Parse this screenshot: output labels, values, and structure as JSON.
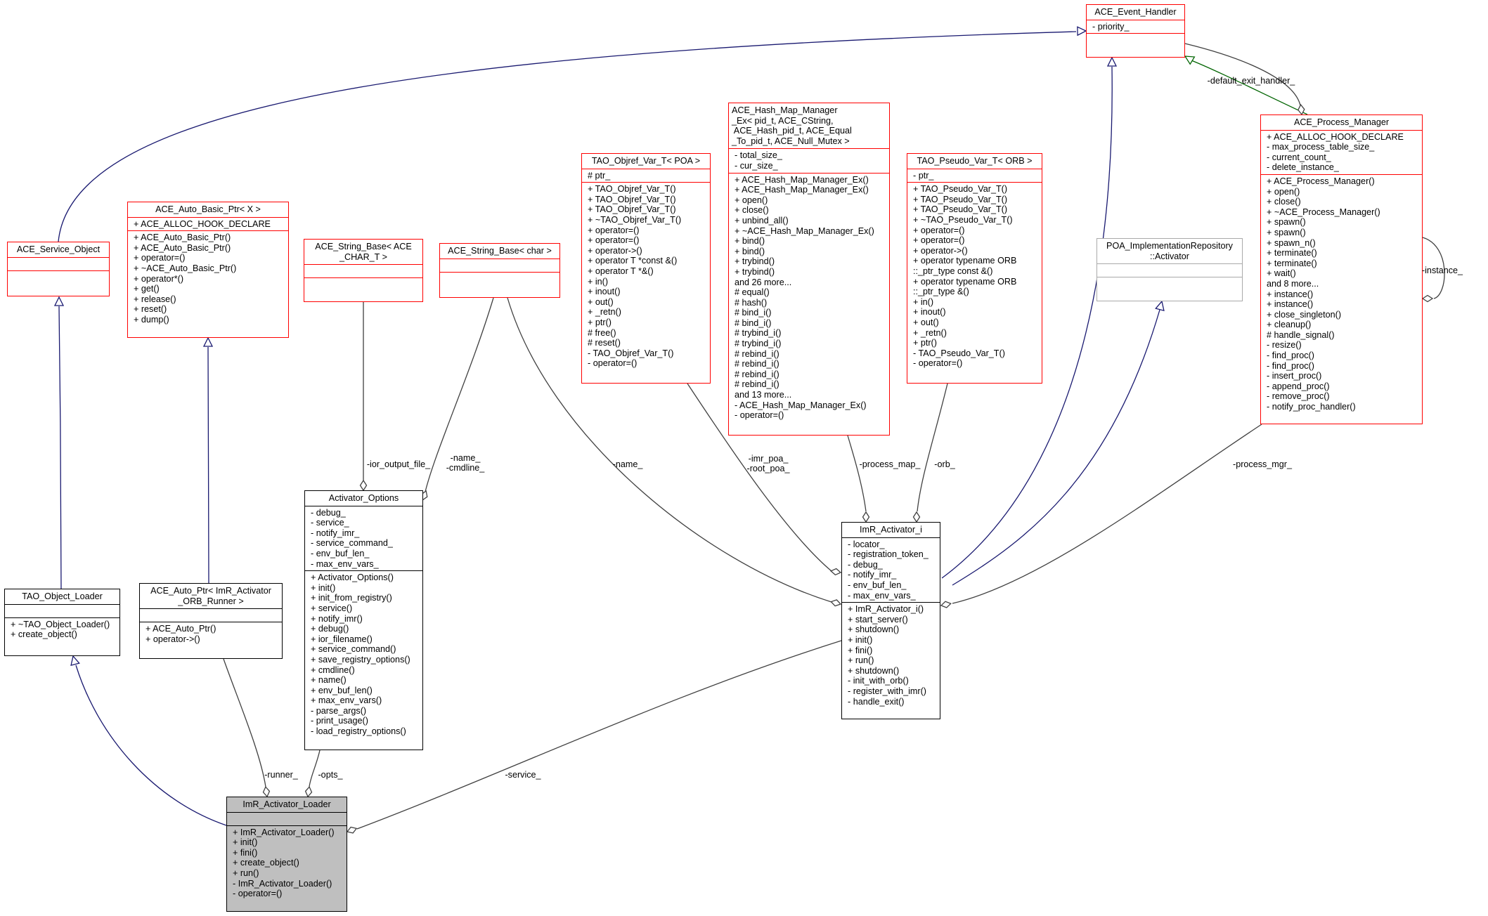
{
  "classes": [
    {
      "id": "ace_event_handler",
      "name": "ACE_Event_Handler",
      "style": "red",
      "attributes": [
        "- priority_"
      ],
      "operations": []
    },
    {
      "id": "ace_service_object",
      "name": "ACE_Service_Object",
      "style": "red",
      "attributes": [],
      "operations": []
    },
    {
      "id": "ace_auto_basic_ptr",
      "name": "ACE_Auto_Basic_Ptr< X >",
      "style": "red",
      "attributes": [
        "+ ACE_ALLOC_HOOK_DECLARE"
      ],
      "operations": [
        "+ ACE_Auto_Basic_Ptr()",
        "+ ACE_Auto_Basic_Ptr()",
        "+ operator=()",
        "+ ~ACE_Auto_Basic_Ptr()",
        "+ operator*()",
        "+ get()",
        "+ release()",
        "+ reset()",
        "+ dump()"
      ]
    },
    {
      "id": "ace_string_base_ace_char",
      "name": "ACE_String_Base< ACE\n_CHAR_T >",
      "style": "red",
      "attributes": [],
      "operations": []
    },
    {
      "id": "ace_string_base_char",
      "name": "ACE_String_Base< char >",
      "style": "red",
      "attributes": [],
      "operations": []
    },
    {
      "id": "tao_objref_var",
      "name": "TAO_Objref_Var_T< POA >",
      "style": "red",
      "attributes": [
        "# ptr_"
      ],
      "operations": [
        "+ TAO_Objref_Var_T()",
        "+ TAO_Objref_Var_T()",
        "+ TAO_Objref_Var_T()",
        "+ ~TAO_Objref_Var_T()",
        "+ operator=()",
        "+ operator=()",
        "+ operator->()",
        "+ operator T *const &()",
        "+ operator T *&()",
        "+ in()",
        "+ inout()",
        "+ out()",
        "+ _retn()",
        "+ ptr()",
        "# free()",
        "# reset()",
        "- TAO_Objref_Var_T()",
        "- operator=()"
      ]
    },
    {
      "id": "ace_hash_map_manager",
      "name": "ACE_Hash_Map_Manager\n_Ex< pid_t, ACE_CString,\n ACE_Hash_pid_t, ACE_Equal\n_To_pid_t, ACE_Null_Mutex >",
      "title_align": "left",
      "style": "red",
      "attributes": [
        "- total_size_",
        "- cur_size_"
      ],
      "operations": [
        "+ ACE_Hash_Map_Manager_Ex()",
        "+ ACE_Hash_Map_Manager_Ex()",
        "+ open()",
        "+ close()",
        "+ unbind_all()",
        "+ ~ACE_Hash_Map_Manager_Ex()",
        "+ bind()",
        "+ bind()",
        "+ trybind()",
        "+ trybind()",
        "and 26 more...",
        "# equal()",
        "# hash()",
        "# bind_i()",
        "# bind_i()",
        "# trybind_i()",
        "# trybind_i()",
        "# rebind_i()",
        "# rebind_i()",
        "# rebind_i()",
        "# rebind_i()",
        "and 13 more...",
        "- ACE_Hash_Map_Manager_Ex()",
        "- operator=()"
      ]
    },
    {
      "id": "tao_pseudo_var",
      "name": "TAO_Pseudo_Var_T< ORB >",
      "style": "red",
      "attributes": [
        "- ptr_"
      ],
      "operations": [
        "+ TAO_Pseudo_Var_T()",
        "+ TAO_Pseudo_Var_T()",
        "+ TAO_Pseudo_Var_T()",
        "+ ~TAO_Pseudo_Var_T()",
        "+ operator=()",
        "+ operator=()",
        "+ operator->()",
        "+ operator typename ORB\n::_ptr_type const &()",
        "+ operator typename ORB\n::_ptr_type &()",
        "+ in()",
        "+ inout()",
        "+ out()",
        "+ _retn()",
        "+ ptr()",
        "- TAO_Pseudo_Var_T()",
        "- operator=()"
      ]
    },
    {
      "id": "ace_process_manager",
      "name": "ACE_Process_Manager",
      "style": "red",
      "attributes": [
        "+ ACE_ALLOC_HOOK_DECLARE",
        "- max_process_table_size_",
        "- current_count_",
        "- delete_instance_"
      ],
      "operations": [
        "+ ACE_Process_Manager()",
        "+ open()",
        "+ close()",
        "+ ~ACE_Process_Manager()",
        "+ spawn()",
        "+ spawn()",
        "+ spawn_n()",
        "+ terminate()",
        "+ terminate()",
        "+ wait()",
        "and 8 more...",
        "+ instance()",
        "+ instance()",
        "+ close_singleton()",
        "+ cleanup()",
        "# handle_signal()",
        "- resize()",
        "- find_proc()",
        "- find_proc()",
        "- insert_proc()",
        "- append_proc()",
        "- remove_proc()",
        "- notify_proc_handler()"
      ]
    },
    {
      "id": "poa_activator",
      "name": "POA_ImplementationRepository\n::Activator",
      "style": "gray",
      "attributes": [],
      "operations": []
    },
    {
      "id": "tao_object_loader",
      "name": "TAO_Object_Loader",
      "style": "black",
      "attributes": [],
      "operations": [
        "+ ~TAO_Object_Loader()",
        "+ create_object()"
      ]
    },
    {
      "id": "ace_auto_ptr_imr",
      "name": "ACE_Auto_Ptr< ImR_Activator\n_ORB_Runner >",
      "style": "black",
      "attributes": [],
      "operations": [
        "+ ACE_Auto_Ptr()",
        "+ operator->()"
      ]
    },
    {
      "id": "activator_options",
      "name": "Activator_Options",
      "style": "black",
      "attributes": [
        "- debug_",
        "- service_",
        "- notify_imr_",
        "- service_command_",
        "- env_buf_len_",
        "- max_env_vars_"
      ],
      "operations": [
        "+ Activator_Options()",
        "+ init()",
        "+ init_from_registry()",
        "+ service()",
        "+ notify_imr()",
        "+ debug()",
        "+ ior_filename()",
        "+ service_command()",
        "+ save_registry_options()",
        "+ cmdline()",
        "+ name()",
        "+ env_buf_len()",
        "+ max_env_vars()",
        "- parse_args()",
        "- print_usage()",
        "- load_registry_options()"
      ]
    },
    {
      "id": "imr_activator_i",
      "name": "ImR_Activator_i",
      "style": "black",
      "attributes": [
        "- locator_",
        "- registration_token_",
        "- debug_",
        "- notify_imr_",
        "- env_buf_len_",
        "- max_env_vars_"
      ],
      "operations": [
        "+ ImR_Activator_i()",
        "+ start_server()",
        "+ shutdown()",
        "+ init()",
        "+ fini()",
        "+ run()",
        "+ shutdown()",
        "- init_with_orb()",
        "- register_with_imr()",
        "- handle_exit()"
      ]
    },
    {
      "id": "imr_activator_loader",
      "name": "ImR_Activator_Loader",
      "style": "black",
      "highlight": true,
      "attributes": [],
      "operations": [
        "+ ImR_Activator_Loader()",
        "+ init()",
        "+ fini()",
        "+ create_object()",
        "+ run()",
        "- ImR_Activator_Loader()",
        "- operator=()"
      ]
    }
  ],
  "edge_labels": {
    "default_exit_handler": "-default_exit_handler_",
    "instance": "-instance_",
    "process_mgr": "-process_mgr_",
    "process_map": "-process_map_",
    "orb": "-orb_",
    "imr_poa": "-imr_poa_\n-root_poa_",
    "name_to_activator": "-name_",
    "name_cmdline": "-name_\n-cmdline_",
    "ior_output_file": "-ior_output_file_",
    "runner": "-runner_",
    "opts": "-opts_",
    "service": "-service_"
  },
  "colors": {
    "inheritance": "#191970",
    "template_instance": "#006400",
    "usage": "#404040",
    "class_border_undocumented": "#ff0000",
    "class_border_external": "#a9a9a9",
    "highlight_fill": "#bfbfbf"
  }
}
